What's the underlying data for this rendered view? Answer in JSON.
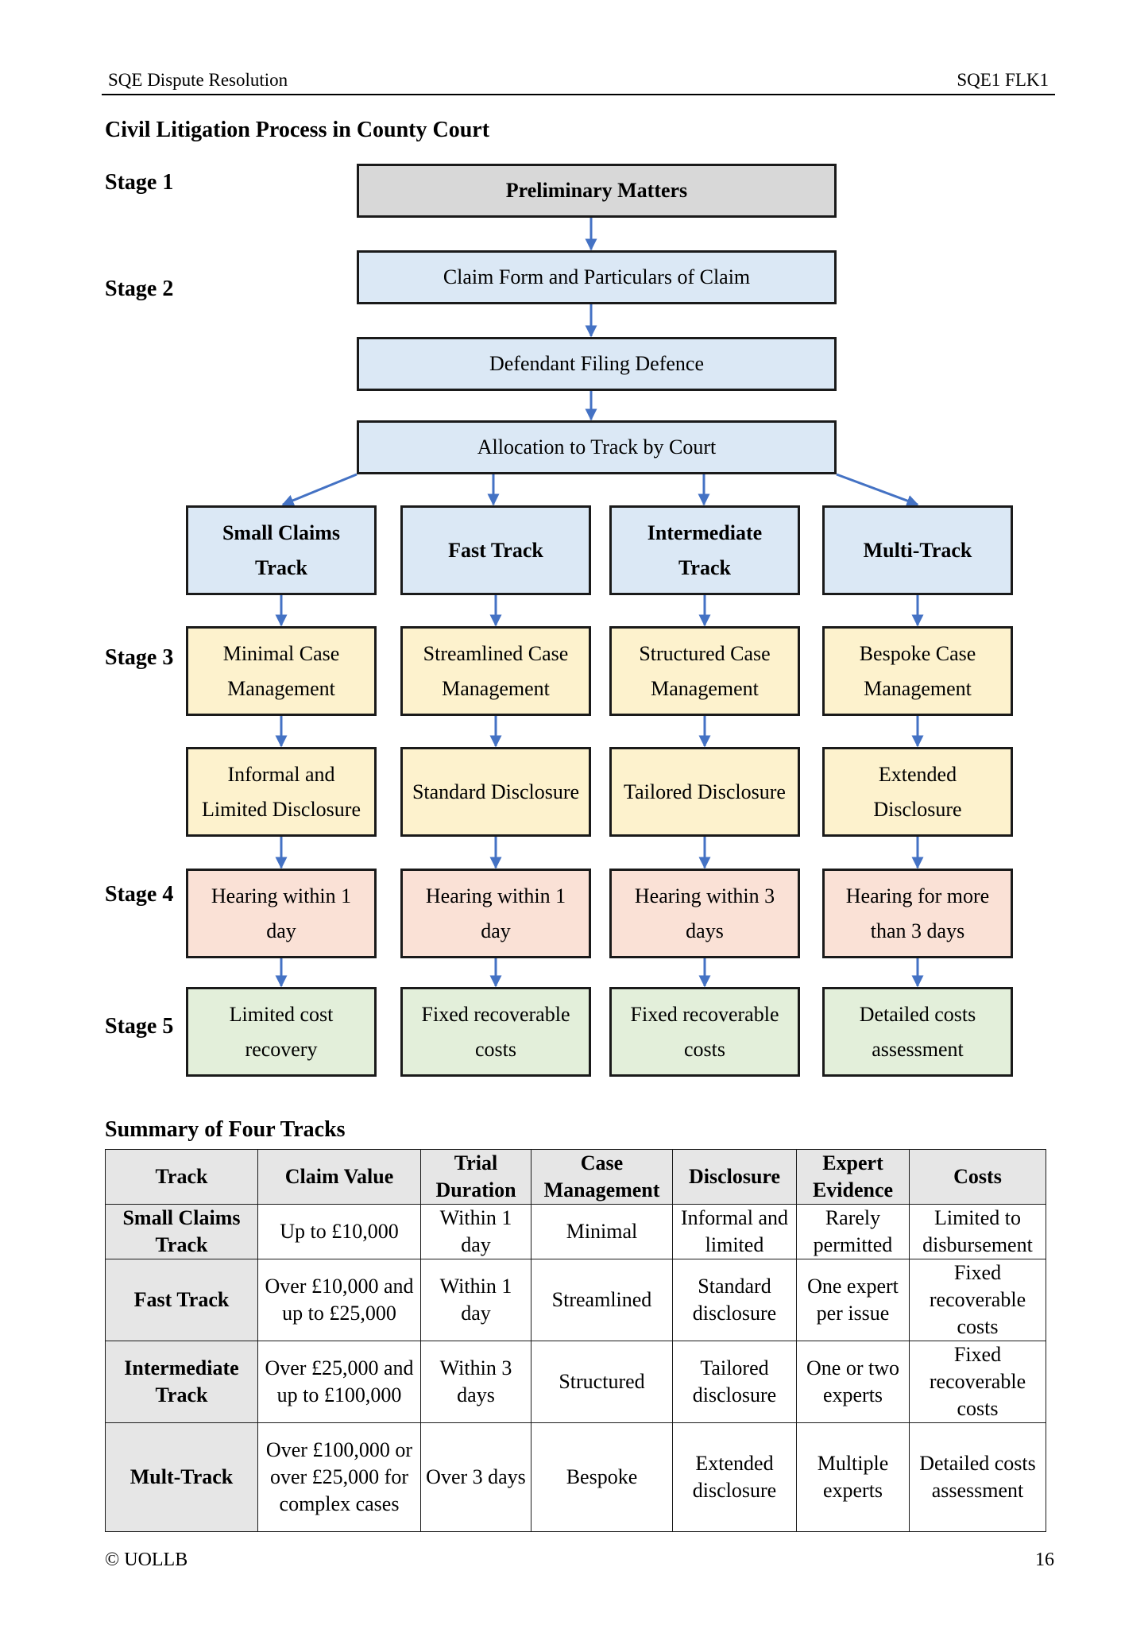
{
  "header": {
    "left": "SQE Dispute Resolution",
    "right": "SQE1 FLK1"
  },
  "title": "Civil Litigation Process in County Court",
  "stages": {
    "s1": "Stage 1",
    "s2": "Stage 2",
    "s3": "Stage 3",
    "s4": "Stage 4",
    "s5": "Stage 5"
  },
  "flow": {
    "preliminary": "Preliminary Matters",
    "claim_form": "Claim Form and Particulars of Claim",
    "defence": "Defendant Filing Defence",
    "allocation": "Allocation to Track by Court",
    "tracks": [
      {
        "name": "Small Claims Track",
        "management": "Minimal Case Management",
        "disclosure": "Informal and Limited Disclosure",
        "hearing": "Hearing within 1 day",
        "costs": "Limited cost recovery"
      },
      {
        "name": "Fast Track",
        "management": "Streamlined Case Management",
        "disclosure": "Standard Disclosure",
        "hearing": "Hearing within 1 day",
        "costs": "Fixed recoverable costs"
      },
      {
        "name": "Intermediate Track",
        "management": "Structured Case Management",
        "disclosure": "Tailored Disclosure",
        "hearing": "Hearing within 3 days",
        "costs": "Fixed recoverable costs"
      },
      {
        "name": "Multi-Track",
        "management": "Bespoke Case Management",
        "disclosure": "Extended Disclosure",
        "hearing": "Hearing for more than 3 days",
        "costs": "Detailed costs assessment"
      }
    ],
    "colors": {
      "arrow": "#4472c4",
      "grey": "#d8d8d8",
      "blue": "#dbe8f5",
      "yellow": "#fdf2cd",
      "pink": "#fae1d6",
      "green": "#e3efda"
    }
  },
  "summary": {
    "title": "Summary of Four Tracks",
    "headers": [
      "Track",
      "Claim Value",
      "Trial Duration",
      "Case Management",
      "Disclosure",
      "Expert Evidence",
      "Costs"
    ],
    "rows": [
      [
        "Small Claims Track",
        "Up to £10,000",
        "Within 1 day",
        "Minimal",
        "Informal and limited",
        "Rarely permitted",
        "Limited to disbursement"
      ],
      [
        "Fast Track",
        "Over £10,000 and up to £25,000",
        "Within 1 day",
        "Streamlined",
        "Standard disclosure",
        "One expert per issue",
        "Fixed recoverable costs"
      ],
      [
        "Intermediate Track",
        "Over £25,000 and up to £100,000",
        "Within 3 days",
        "Structured",
        "Tailored disclosure",
        "One or two experts",
        "Fixed recoverable costs"
      ],
      [
        "Mult-Track",
        "Over £100,000 or over £25,000 for complex cases",
        "Over 3 days",
        "Bespoke",
        "Extended disclosure",
        "Multiple experts",
        "Detailed costs assessment"
      ]
    ]
  },
  "footer": {
    "left": "© UOLLB",
    "right": "16"
  }
}
